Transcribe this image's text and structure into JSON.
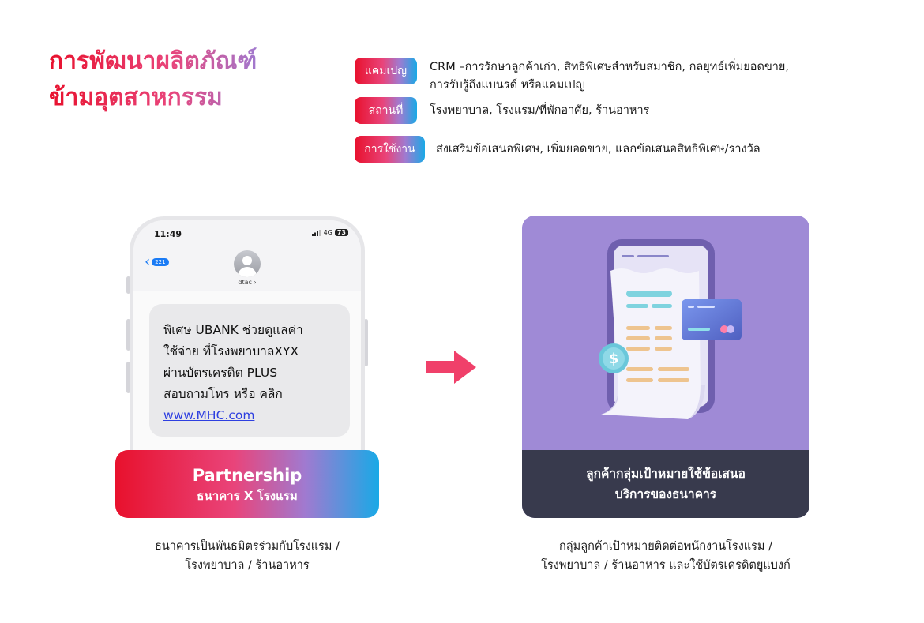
{
  "title": {
    "line1": "การพัฒนาผลิตภัณฑ์",
    "line2": "ข้ามอุตสาหกรรม"
  },
  "info": [
    {
      "badge": "แคมเปญ",
      "text_line1": "CRM –การรักษาลูกค้าเก่า, สิทธิพิเศษสำหรับสมาชิก, กลยุทธ์เพิ่มยอดขาย,",
      "text_line2": "การรับรู้ถึงแบนรด์ หรือแคมเปญ"
    },
    {
      "badge": "สถานที่",
      "text_line1": "โรงพยาบาล, โรงแรม/ที่พักอาศัย, ร้านอาหาร"
    },
    {
      "badge": "การใช้งาน",
      "text_line1": "ส่งเสริมข้อเสนอพิเศษ, เพิ่มยอดขาย, แลกข้อเสนอสิทธิพิเศษ/รางวัล"
    }
  ],
  "phone": {
    "time": "11:49",
    "network": "4G",
    "battery": "73",
    "back_count": "221",
    "contact": "dtac",
    "message": {
      "line1": "พิเศษ UBANK ช่วยดูแลค่า",
      "line2": "ใช้จ่าย ที่โรงพยาบาลXYX",
      "line3": "ผ่านบัตรเครดิต PLUS",
      "line4": "สอบถามโทร หรือ คลิก",
      "link": "www.MHC.com"
    }
  },
  "partner": {
    "title": "Partnership",
    "subtitle": "ธนาคาร X โรงแรม"
  },
  "left_caption": {
    "line1": "ธนาคารเป็นพันธมิตรร่วมกับโรงแรม /",
    "line2": "โรงพยาบาล / ร้านอาหาร"
  },
  "card": {
    "footer_line1": "ลูกค้ากลุ่มเป้าหมายใช้ข้อเสนอ",
    "footer_line2": "บริการของธนาคาร",
    "coin_symbol": "$"
  },
  "right_caption": {
    "line1": "กลุ่มลูกค้าเป้าหมายติดต่อพนักงานโรงแรม /",
    "line2": "โรงพยาบาล / ร้านอาหาร และใช้บัตรเครดิตยูแบงก์"
  },
  "colors": {
    "gradient_start": "#e8112d",
    "gradient_mid": "#e9447a",
    "gradient_end": "#19a9e6",
    "arrow": "#f0406a",
    "card_bg": "#9f8ad6",
    "card_footer": "#383a4d"
  },
  "icons": [
    "back-chevron-icon",
    "avatar-icon",
    "arrow-right-icon",
    "phone-illustration",
    "credit-card-icon",
    "dollar-coin-icon",
    "signal-icon"
  ]
}
